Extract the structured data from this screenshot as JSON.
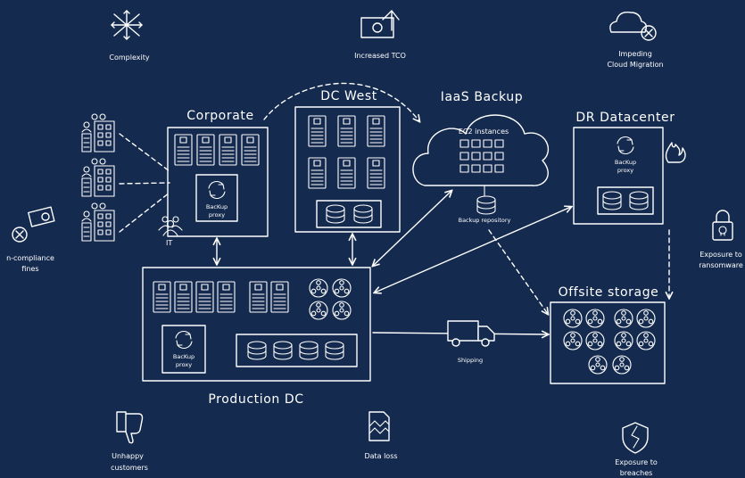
{
  "top_icons": {
    "complexity": "Complexity",
    "increased_tco": "Increased TCO",
    "impeding_line1": "Impeding",
    "impeding_line2": "Cloud Migration"
  },
  "side_icons": {
    "compliance_line1": "n-compliance",
    "compliance_line2": "fines",
    "ransomware_line1": "Exposure to",
    "ransomware_line2": "ransomware"
  },
  "bottom_icons": {
    "customers_line1": "Unhappy",
    "customers_line2": "customers",
    "data_loss": "Data loss",
    "breaches_line1": "Exposure to",
    "breaches_line2": "breaches"
  },
  "corporate": {
    "title": "Corporate",
    "proxy_line1": "BacKup",
    "proxy_line2": "proxy",
    "it_label": "IT"
  },
  "dc_west": {
    "title": "DC West"
  },
  "iaas": {
    "title": "IaaS Backup",
    "ec2_line1": "EC2 instances",
    "repo_label": "Backup repository"
  },
  "dr": {
    "title": "DR Datacenter",
    "proxy_line1": "BacKup",
    "proxy_line2": "proxy"
  },
  "production": {
    "title": "Production DC",
    "proxy_line1": "BacKup",
    "proxy_line2": "proxy"
  },
  "offsite": {
    "title": "Offsite storage"
  },
  "shipping": {
    "label": "Shipping"
  },
  "colors": {
    "background": "#142a4e",
    "stroke": "#ffffff"
  }
}
